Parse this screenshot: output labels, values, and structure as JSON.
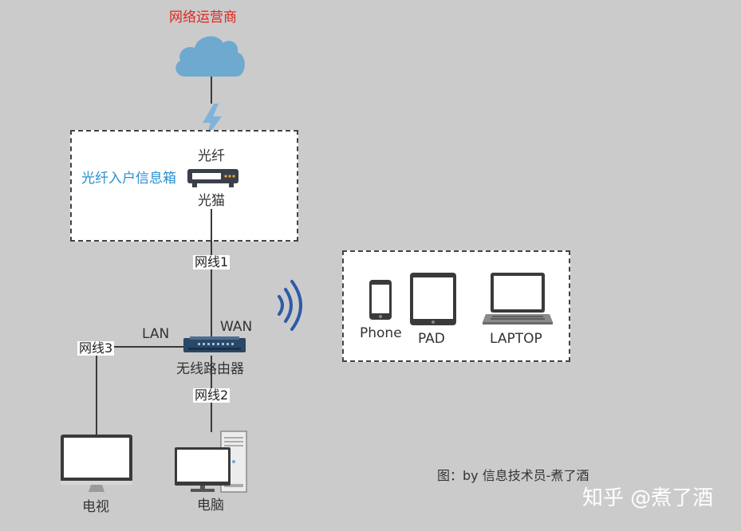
{
  "isp_label": "网络运营商",
  "fiber_box_label": "光纤入户信息箱",
  "fiber_label": "光纤",
  "modem_label": "光猫",
  "cable1_label": "网线1",
  "cable2_label": "网线2",
  "cable3_label": "网线3",
  "wan_label": "WAN",
  "lan_label": "LAN",
  "router_label": "无线路由器",
  "tv_label": "电视",
  "pc_label": "电脑",
  "wireless_devices": {
    "phone_label": "Phone",
    "pad_label": "PAD",
    "laptop_label": "LAPTOP"
  },
  "credit": "图：by 信息技术员-煮了酒",
  "watermark": "知乎 @煮了酒",
  "colors": {
    "isp_text": "#e0261e",
    "fiber_box_text": "#2a8fd0",
    "cloud": "#6ea9cf",
    "lightning": "#7fb3da",
    "wifi": "#2e5aa8",
    "router": "#2b4766"
  }
}
